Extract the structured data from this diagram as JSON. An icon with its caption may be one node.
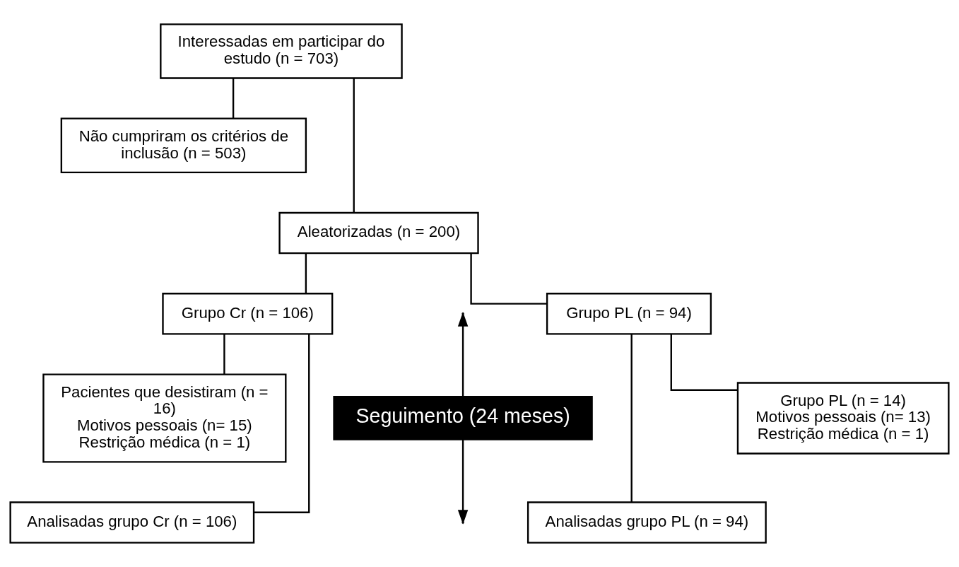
{
  "diagram": {
    "nodes": [
      {
        "text": [
          "Interessadas em participar do estudo (n = 703)"
        ]
      },
      {
        "text": [
          "Não cumpriram os critérios de inclusão (n = 503)"
        ]
      },
      {
        "text": [
          "Aleatorizadas (n = 200)"
        ]
      },
      {
        "text": [
          "Grupo Cr (n = 106)"
        ]
      },
      {
        "text": [
          "Grupo PL (n = 94)"
        ]
      },
      {
        "text": [
          "Pacientes que desistiram (n = 16)",
          "Motivos pessoais (n= 15)",
          "Restrição médica (n = 1)"
        ]
      },
      {
        "text": [
          "Seguimento (24 meses)"
        ]
      },
      {
        "text": [
          "Grupo PL (n = 14)",
          "Motivos pessoais (n= 13)",
          "Restrição médica (n = 1)"
        ]
      },
      {
        "text": [
          "Analisadas grupo Cr (n = 106)"
        ]
      },
      {
        "text": [
          "Analisadas grupo PL (n = 94)"
        ]
      }
    ],
    "edges": [
      {
        "from": 0,
        "to": 2,
        "arrow": "none"
      },
      {
        "from": 0,
        "to": 1,
        "arrow": "none"
      },
      {
        "from": 2,
        "to": 3,
        "arrow": "none"
      },
      {
        "from": 2,
        "to": 4,
        "arrow": "none"
      },
      {
        "from": 3,
        "to": 5,
        "arrow": "none"
      },
      {
        "from": 3,
        "to": 8,
        "arrow": "none"
      },
      {
        "from": 4,
        "to": 7,
        "arrow": "none"
      },
      {
        "from": 4,
        "to": 9,
        "arrow": "none"
      },
      {
        "from": 6,
        "to": null,
        "arrow": "to"
      },
      {
        "from": 6,
        "to": null,
        "arrow": "to"
      }
    ]
  }
}
